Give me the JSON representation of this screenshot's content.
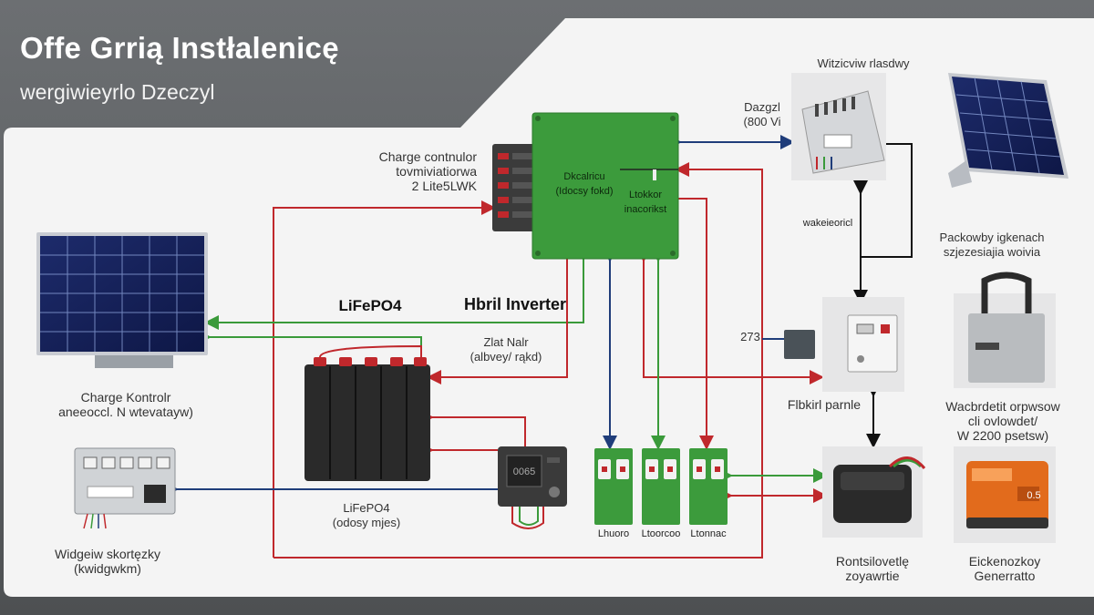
{
  "header": {
    "title": "Offe Grrią Instłalenicę",
    "subtitle": "wergiwieyrlo Dzeczyl"
  },
  "labels": {
    "charge_controller_top": [
      "Charge contnulor",
      "tovmiviatiorwa",
      "2 Lite5LWK"
    ],
    "inverter_box_text": [
      "Dkcalricu",
      "(Idocsy fokd)"
    ],
    "inverter_box_text2": [
      "Ltokkor",
      "inacorikst"
    ],
    "dazgzl": [
      "Dazgzl",
      "(800 Vi"
    ],
    "witzicviw": "Witzicviw rlasdwy",
    "wakeieoricl": "wakeieoricl",
    "packowby": [
      "Packowby igkenach",
      "szjezesiajia woivia"
    ],
    "lifepo4_mid": "LiFePO4",
    "hbrid_inverter": "Hbril Inverter",
    "zlatnalr": [
      "Zlat Nalr",
      "(albvey/ rąkd)"
    ],
    "charge_kontrolr": [
      "Charge Kontrolr",
      "aneeoccl. N wtevatayw)"
    ],
    "lifepo4_bottom": [
      "LiFePO4",
      "(odosy mjes)"
    ],
    "widgeiw": [
      "Widgeiw skortęzky",
      "(kwidgwkm)"
    ],
    "n273": "273",
    "flbkirl": "Flbkirl parnle",
    "wacbrdetit": [
      "Wacbrdetit orpwsow",
      "cli ovlowdet/",
      "W 2200 psetsw)"
    ],
    "rontsilovetlę": [
      "Rontsilovetlę",
      "zoyawrtie"
    ],
    "eickenozkoy": [
      "Eickenozkoy",
      "Generratto"
    ],
    "breaker_1": "Lhuoro",
    "breaker_2": "Ltoorcoo",
    "breaker_3": "Ltonnac",
    "meter_screen": "0065",
    "box_tag": "0.5"
  },
  "colors": {
    "red_wire": "#c0282c",
    "green_wire": "#3a9a3a",
    "blue_wire": "#1f3d7a",
    "inverter_green": "#3c9b3c",
    "panel_bg": "#f3f3f3"
  }
}
